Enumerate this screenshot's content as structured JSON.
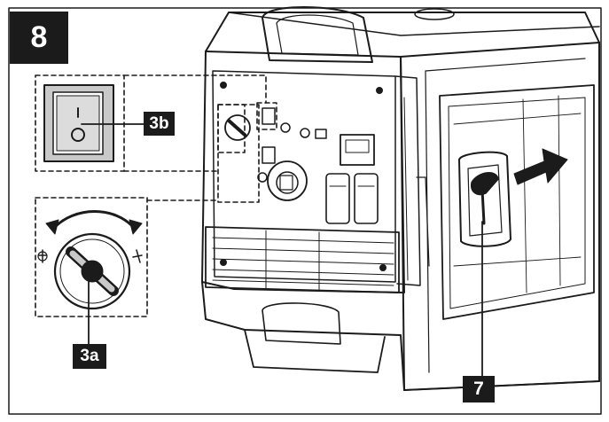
{
  "figure": {
    "number": "8",
    "callouts": {
      "switch": "3b",
      "choke_knob": "3a",
      "recoil_handle": "7"
    }
  },
  "icons": {
    "main_illustration": "inverter-generator",
    "detail_a": "choke-knob-dial",
    "detail_b": "rocker-switch",
    "motion": "pull-arrow"
  },
  "colors": {
    "ink": "#1b1b1b",
    "background": "#ffffff",
    "shade": "#c9c9c9"
  }
}
